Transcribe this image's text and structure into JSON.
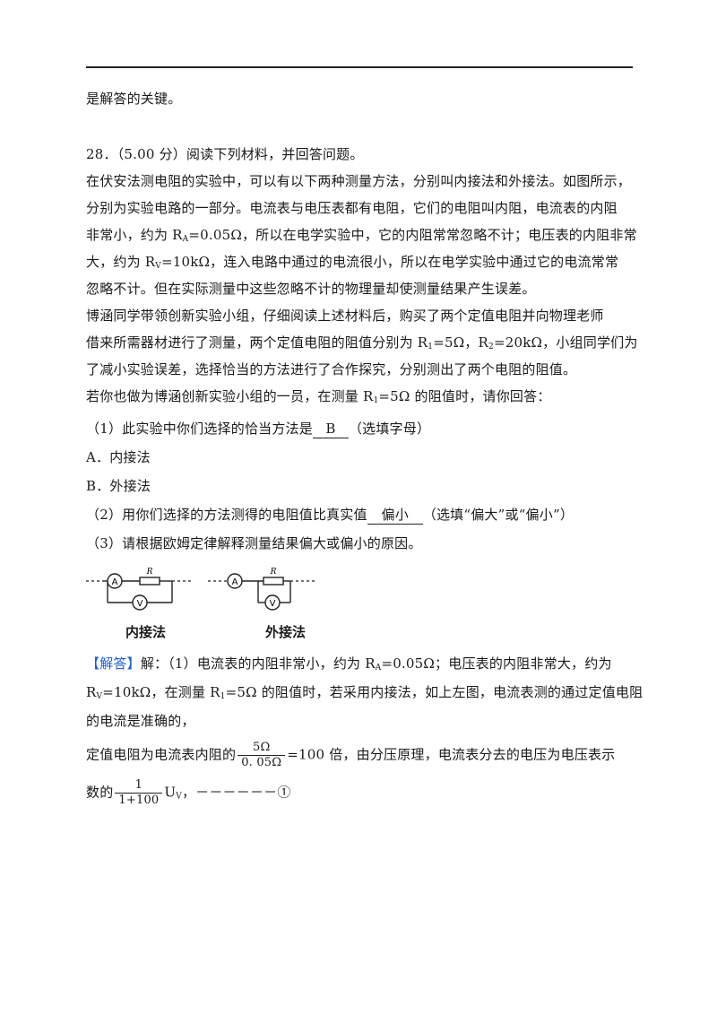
{
  "header_line": "是解答的关键。",
  "question": {
    "number": "28．",
    "score": "（5.00 分）",
    "prompt": "阅读下列材料，并回答问题。",
    "p1": "在伏安法测电阻的实验中，可以有以下两种测量方法，分别叫内接法和外接法。如图所示，",
    "p2": "分别为实验电路的一部分。电流表与电压表都有电阻，它们的电阻叫内阻，电流表的内阻",
    "p3a": "非常小，约为 R",
    "p3sub": "A",
    "p3b": "=0.05Ω，所以在电学实验中，它的内阻常常忽略不计；电压表的内阻非常",
    "p4a": "大，约为 R",
    "p4sub": "V",
    "p4b": "=10kΩ，连入电路中通过的电流很小，所以在电学实验中通过它的电流常常",
    "p5": "忽略不计。但在实际测量中这些忽略不计的物理量却使测量结果产生误差。",
    "p6": "博涵同学带领创新实验小组，仔细阅读上述材料后，购买了两个定值电阻并向物理老师",
    "p7a": "借来所需器材进行了测量，两个定值电阻的阻值分别为 R",
    "p7sub1": "1",
    "p7b": "=5Ω，R",
    "p7sub2": "2",
    "p7c": "=20kΩ，小组同学们为",
    "p8": "了减小实验误差，选择恰当的方法进行了合作探究，分别测出了两个电阻的阻值。",
    "p9a": "若你也做为博涵创新实验小组的一员，在测量 R",
    "p9sub": "1",
    "p9b": "=5Ω 的阻值时，请你回答：",
    "q1a": "（1）此实验中你们选择的恰当方法是",
    "q1ans": "B",
    "q1b": "（选填字母）",
    "optA": "A．内接法",
    "optB": "B．外接法",
    "q2a": "（2）用你们选择的方法测得的电阻值比真实值",
    "q2ans": "偏小",
    "q2b": "（选填“偏大”或“偏小”）",
    "q3": "（3）请根据欧姆定律解释测量结果偏大或偏小的原因。"
  },
  "figure": {
    "left_caption": "内接法",
    "right_caption": "外接法",
    "ammeter": "A",
    "voltmeter": "V",
    "resistor": "R"
  },
  "answer": {
    "tag": "【解答】",
    "l1a": "解：（1）电流表的内阻非常小，约为 R",
    "l1sub": "A",
    "l1b": "=0.05Ω；电压表的内阻非常大，约为",
    "l2a": "R",
    "l2sub": "V",
    "l2b": "=10kΩ，在测量 R",
    "l2sub2": "1",
    "l2c": "=5Ω 的阻值时，若采用内接法，如上左图，电流表测的通过定值电阻",
    "l3": "的电流是准确的，",
    "l4a": "定值电阻为电流表内阻的",
    "frac1_num": "5Ω",
    "frac1_den": "0. 05Ω",
    "l4b": "=100 倍，由分压原理，电流表分去的电压为电压表示",
    "l5a": "数的",
    "frac2_num": "1",
    "frac2_den": "1+100",
    "l5b": "U",
    "l5sub": "V",
    "l5c": "，－－－－－－①"
  }
}
